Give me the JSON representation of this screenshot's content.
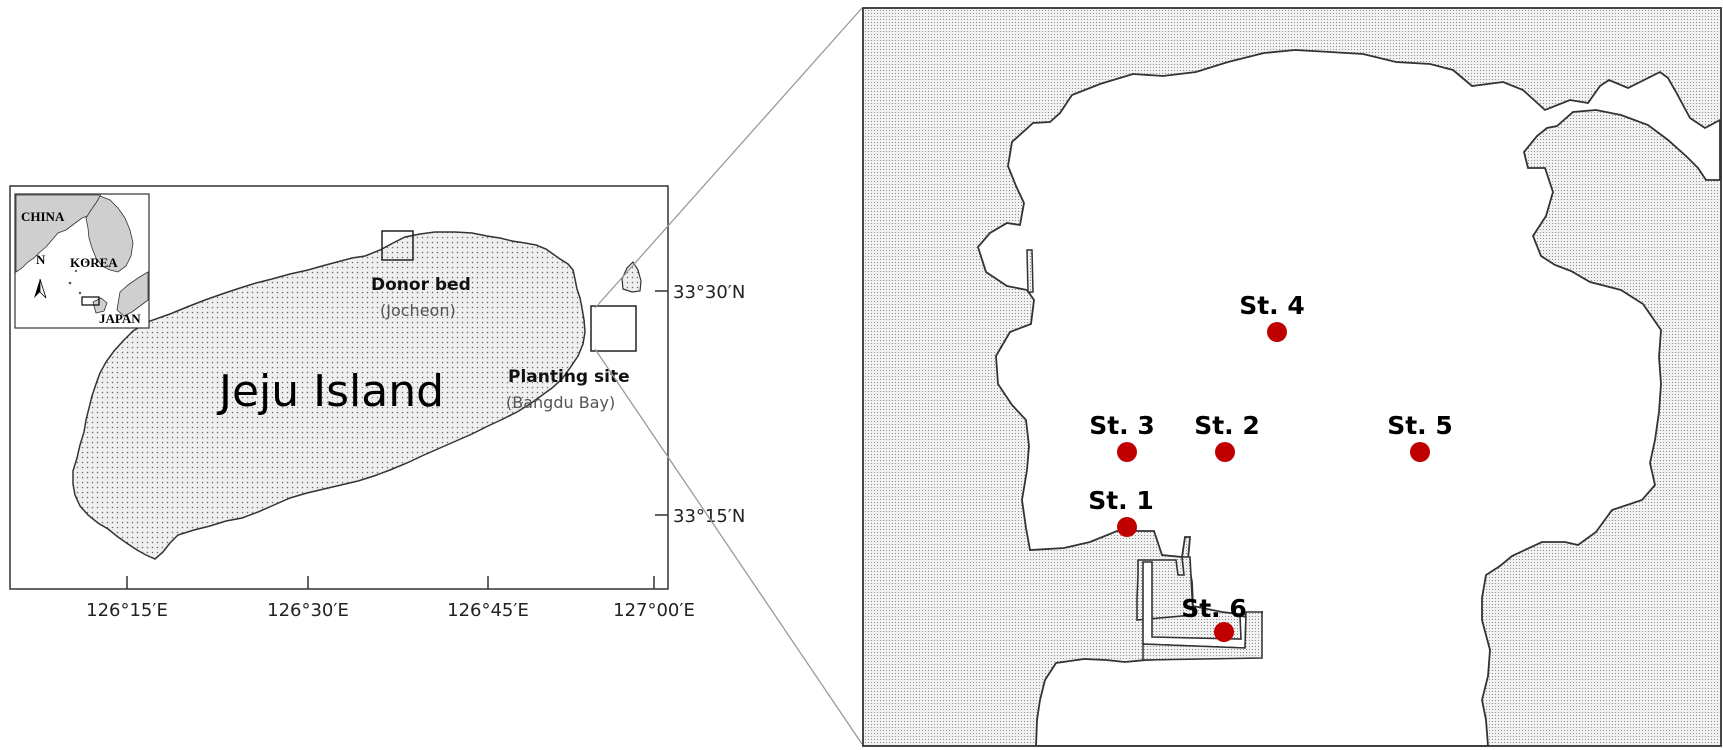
{
  "map": {
    "island_label": "Jeju Island",
    "inset": {
      "country_labels": [
        "CHINA",
        "KOREA",
        "JAPAN"
      ],
      "north_arrow_label": "N"
    },
    "sites": {
      "donor": {
        "name": "Donor bed",
        "location": "(Jocheon)"
      },
      "planting": {
        "name": "Planting site",
        "location": "(Bangdu Bay)"
      }
    },
    "longitude_ticks": [
      "126°15′E",
      "126°30′E",
      "126°45′E",
      "127°00′E"
    ],
    "latitude_ticks": [
      "33°30′N",
      "33°15′N"
    ],
    "stations": [
      "St. 1",
      "St. 2",
      "St. 3",
      "St. 4",
      "St. 5",
      "St. 6"
    ],
    "colors": {
      "station_marker": "#c00000",
      "land_fill": "#e9e9e9",
      "outline": "#333333"
    }
  }
}
